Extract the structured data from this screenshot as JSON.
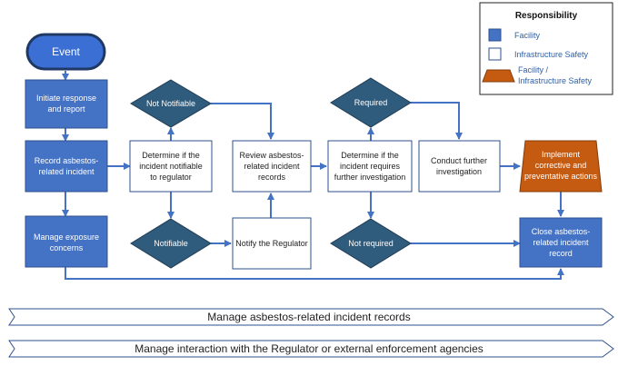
{
  "colors": {
    "facility": "#4472c4",
    "facility_border": "#2f528f",
    "event_fill": "#3b6fd3",
    "event_border": "#1f3864",
    "diamond": "#2f5b7c",
    "orange": "#c55a11",
    "arrow": "#4472c4",
    "text_blue": "#2f5fa7"
  },
  "legend": {
    "title": "Responsibility",
    "facility": "Facility",
    "infra": "Infrastructure Safety",
    "both_1": "Facility /",
    "both_2": "Infrastructure Safety"
  },
  "nodes": {
    "event": "Event",
    "initiate": [
      "Initiate response",
      "and report"
    ],
    "record": [
      "Record asbestos-",
      "related incident"
    ],
    "manage_exposure": [
      "Manage exposure",
      "concerns"
    ],
    "determine_notifiable": [
      "Determine if the",
      "incident notifiable",
      "to regulator"
    ],
    "not_notifiable": "Not Notifiable",
    "notifiable": "Notifiable",
    "notify_regulator": "Notify the Regulator",
    "review": [
      "Review asbestos-",
      "related incident",
      "records"
    ],
    "required": "Required",
    "not_required": "Not required",
    "determine_investigation": [
      "Determine if the",
      "incident requires",
      "further investigation"
    ],
    "conduct": [
      "Conduct further",
      "investigation"
    ],
    "implement": [
      "Implement",
      "corrective and",
      "preventative actions"
    ],
    "close": [
      "Close asbestos-",
      "related incident",
      "record"
    ]
  },
  "bands": {
    "records": "Manage asbestos-related incident records",
    "regulator": "Manage interaction with the Regulator or external enforcement agencies"
  }
}
